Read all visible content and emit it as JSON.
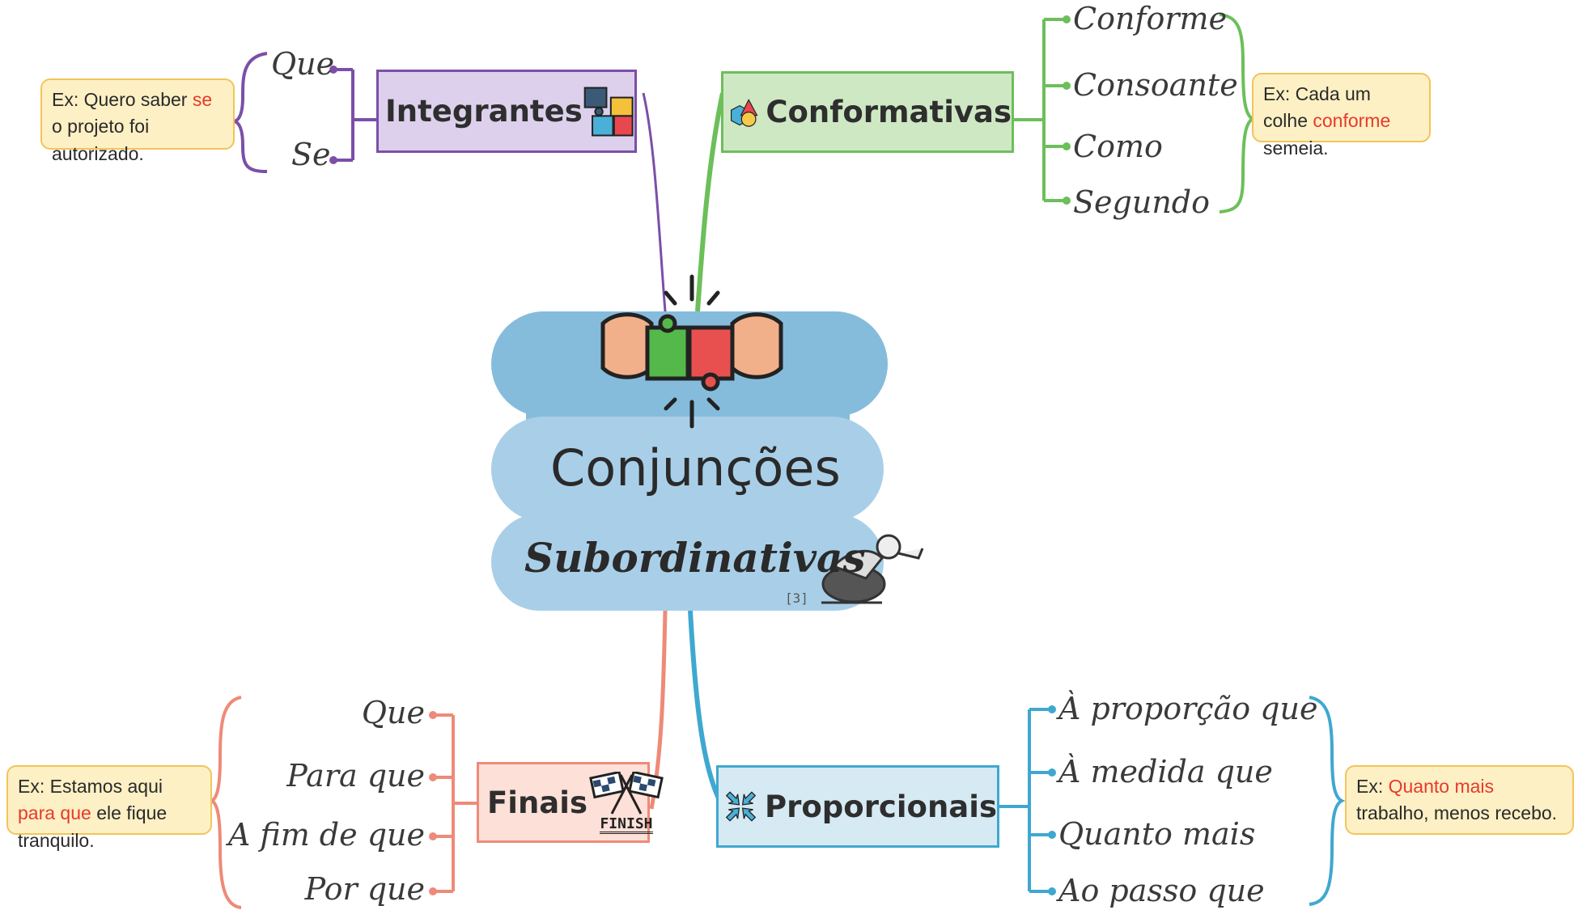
{
  "center": {
    "title": "Conjunções",
    "subtitle": "Subordinativas",
    "ref": "[3]",
    "icon": "puzzle-hands-icon",
    "figure_icon": "bowing-person-icon"
  },
  "branches": {
    "integrantes": {
      "label": "Integrantes",
      "icon": "puzzle-pieces-icon",
      "color": "#7b4fa8",
      "fill": "#ddd0ec",
      "items": [
        "Que",
        "Se"
      ],
      "example": {
        "pre": "Ex: Quero saber ",
        "hl": "se",
        "post": " o projeto foi autorizado."
      }
    },
    "conformativas": {
      "label": "Conformativas",
      "icon": "geometric-shapes-icon",
      "color": "#6cbf5a",
      "fill": "#cfe8c4",
      "items": [
        "Conforme",
        "Consoante",
        "Como",
        "Segundo"
      ],
      "example": {
        "pre": "Ex: Cada um colhe ",
        "hl": "conforme",
        "post": " semeia."
      }
    },
    "finais": {
      "label": "Finais",
      "icon": "checkered-flags-icon",
      "flag_text": "FINISH",
      "color": "#ef8a78",
      "fill": "#fde0d8",
      "items": [
        "Que",
        "Para que",
        "A fim de que",
        "Por que"
      ],
      "example": {
        "pre": "Ex: Estamos aqui ",
        "hl": "para que",
        "post": " ele fique tranquilo."
      }
    },
    "proporcionais": {
      "label": "Proporcionais",
      "icon": "arrows-inward-icon",
      "color": "#3fa8d0",
      "fill": "#d6eaf4",
      "items": [
        "À proporção que",
        "À medida que",
        "Quanto mais",
        "Ao passo que"
      ],
      "example": {
        "pre": "Ex: ",
        "hl": "Quanto mais",
        "post": " trabalho, menos recebo."
      }
    }
  },
  "colors": {
    "cloud_dark": "#85bcdc",
    "cloud_light": "#a9cfe8",
    "highlight": "#e8392c",
    "note_bg": "#fdf0c4",
    "note_border": "#f2c45a"
  }
}
